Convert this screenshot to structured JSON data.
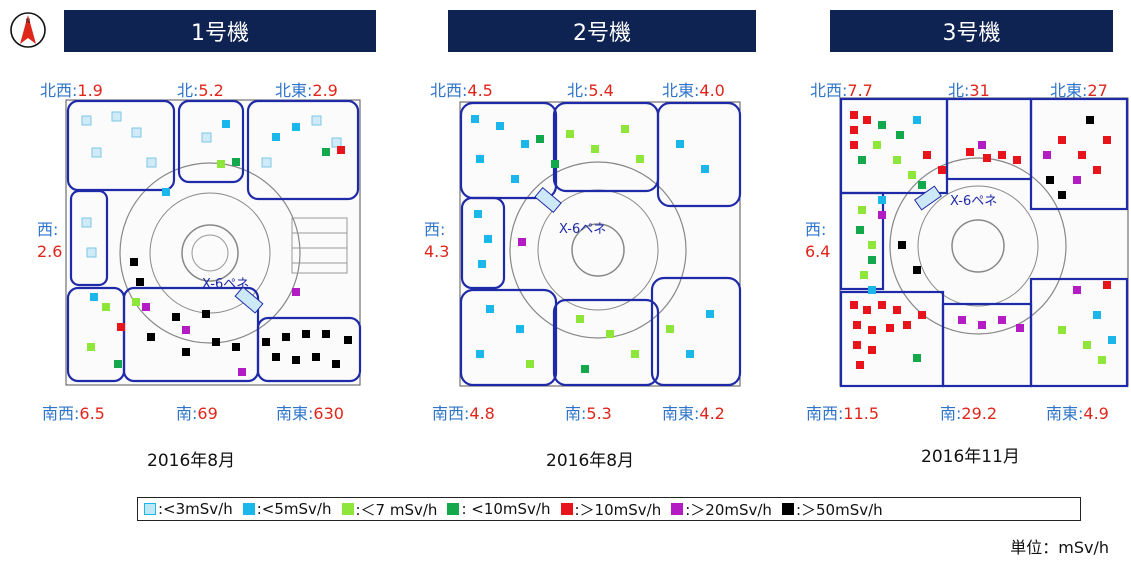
{
  "compass": {
    "letter": "N"
  },
  "panels": [
    {
      "title": "1号機",
      "date": "2016年8月",
      "labels": {
        "nw": {
          "name": "北西:",
          "value": "1.9"
        },
        "n": {
          "name": "北:",
          "value": "5.2"
        },
        "ne": {
          "name": "北東:",
          "value": "2.9"
        },
        "w": {
          "name": "西:",
          "value": "2.6"
        },
        "sw": {
          "name": "南西:",
          "value": "6.5"
        },
        "s": {
          "name": "南:",
          "value": "69"
        },
        "se": {
          "name": "南東:",
          "value": "630"
        }
      },
      "penetration_label": "X-6ペネ"
    },
    {
      "title": "2号機",
      "date": "2016年8月",
      "labels": {
        "nw": {
          "name": "北西:",
          "value": "4.5"
        },
        "n": {
          "name": "北:",
          "value": "5.4"
        },
        "ne": {
          "name": "北東:",
          "value": "4.0"
        },
        "w": {
          "name": "西:",
          "value": "4.3"
        },
        "sw": {
          "name": "南西:",
          "value": "4.8"
        },
        "s": {
          "name": "南:",
          "value": "5.3"
        },
        "se": {
          "name": "南東:",
          "value": "4.2"
        }
      },
      "penetration_label": "X-6ペネ"
    },
    {
      "title": "3号機",
      "date": "2016年11月",
      "labels": {
        "nw": {
          "name": "北西:",
          "value": "7.7"
        },
        "n": {
          "name": "北:",
          "value": "31"
        },
        "ne": {
          "name": "北東:",
          "value": "27"
        },
        "w": {
          "name": "西:",
          "value": "6.4"
        },
        "sw": {
          "name": "南西:",
          "value": "11.5"
        },
        "s": {
          "name": "南:",
          "value": "29.2"
        },
        "se": {
          "name": "南東:",
          "value": "4.9"
        }
      },
      "penetration_label": "X-6ペネ"
    }
  ],
  "legend": [
    {
      "label": ":<3mSv/h",
      "color": "#bfe6f5"
    },
    {
      "label": ":<5mSv/h",
      "color": "#1bb7ea"
    },
    {
      "label": ":＜7 mSv/h",
      "color": "#8ee63a"
    },
    {
      "label": ": <10mSv/h",
      "color": "#14a84c"
    },
    {
      "label": ":＞10mSv/h",
      "color": "#e8141b"
    },
    {
      "label": ":＞20mSv/h",
      "color": "#b41cc3"
    },
    {
      "label": ":＞50mSv/h",
      "color": "#000000"
    }
  ],
  "unit": "単位：mSv/h",
  "colors": {
    "title_bg": "#0f2353",
    "label_blue": "#2e74c9",
    "label_red": "#e0251b",
    "zone_border": "#1f2aa8"
  }
}
